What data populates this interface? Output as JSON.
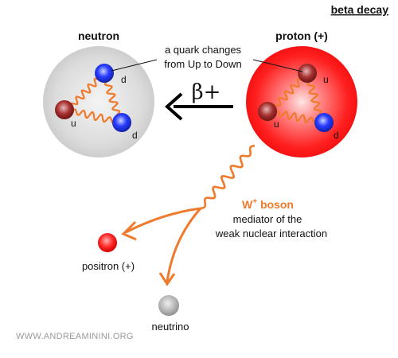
{
  "title": "beta decay",
  "neutron": {
    "label": "neutron",
    "quarks": [
      "d",
      "u",
      "d"
    ]
  },
  "proton": {
    "label": "proton (+)",
    "quarks": [
      "u",
      "u",
      "d"
    ]
  },
  "annotation": {
    "line1": "a quark changes",
    "line2": "from Up to Down"
  },
  "decay_symbol": "β+",
  "boson": {
    "name_prefix": "W",
    "name_superscript": "+",
    "name_suffix": " boson",
    "desc_line1": "mediator of the",
    "desc_line2": "weak nuclear interaction"
  },
  "positron": {
    "label": "positron (+)"
  },
  "neutrino": {
    "label": "neutrino"
  },
  "watermark": "WWW.ANDREAMININI.ORG",
  "colors": {
    "wave": "#f07a2b",
    "boson_text": "#f07a2b",
    "up_quark": "#9b2a2a",
    "down_quark": "#2233dd",
    "proton": "#ff1a1a",
    "positron": "#ff2a2a",
    "neutrino": "#b8b8b8"
  }
}
